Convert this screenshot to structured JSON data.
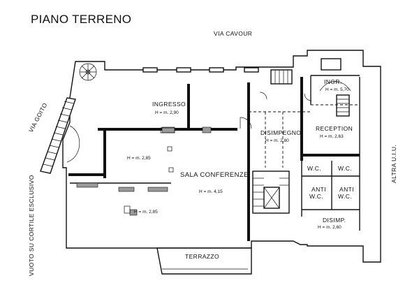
{
  "title": "PIANO TERRENO",
  "streets": {
    "top": "VIA CAVOUR",
    "left_diag": "VIA GOITO",
    "left_vertical": "VUOTO SU CORTILE ESCLUSIVO",
    "right_vertical": "ALTRA U.I.U."
  },
  "rooms": [
    {
      "id": "ingresso",
      "label": "INGRESSO",
      "height": "H = m. 2,90"
    },
    {
      "id": "sala-left-top",
      "label": "",
      "height": "H = m. 2,85"
    },
    {
      "id": "sala-conferenze",
      "label": "SALA CONFERENZE",
      "height": "H = m. 4,15"
    },
    {
      "id": "sala-left-bottom",
      "label": "",
      "height": "H = m. 2,85"
    },
    {
      "id": "disimpegno",
      "label": "DISIMPEGNO",
      "height": "H = m. 2,80"
    },
    {
      "id": "ingr",
      "label": "INGR.",
      "height": "H = m. 5,70"
    },
    {
      "id": "reception",
      "label": "RECEPTION",
      "height": "H = m. 2,63"
    },
    {
      "id": "wc-1",
      "label": "W.C.",
      "height": ""
    },
    {
      "id": "wc-2",
      "label": "W.C.",
      "height": ""
    },
    {
      "id": "anti-wc-1",
      "label": "ANTI W.C.",
      "height": ""
    },
    {
      "id": "anti-wc-2",
      "label": "ANTI W.C.",
      "height": ""
    },
    {
      "id": "disimp",
      "label": "DISIMP.",
      "height": "H = m. 2,60"
    }
  ],
  "terrace": "TERRAZZO",
  "labels": {
    "anti": "ANTI",
    "wc": "W.C."
  }
}
